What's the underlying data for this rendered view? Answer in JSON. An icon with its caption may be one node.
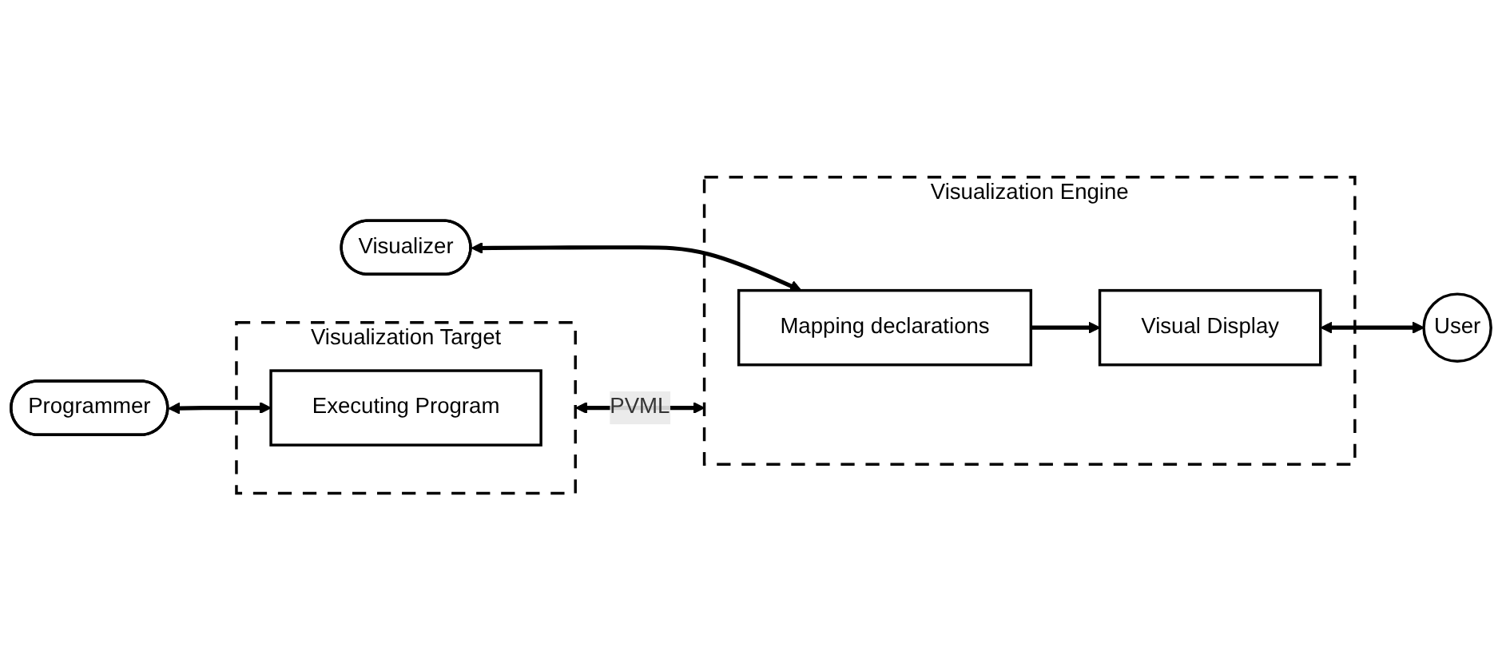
{
  "diagram": {
    "nodes": [
      {
        "text": [
          "Programmer"
        ]
      },
      {
        "text": [
          "Visualization Target"
        ]
      },
      {
        "text": [
          "Executing Program"
        ],
        "in": 1
      },
      {
        "text": [
          "Visualizer"
        ]
      },
      {
        "text": [
          "Visualization Engine"
        ]
      },
      {
        "text": [
          "Mapping declarations"
        ],
        "in": 4
      },
      {
        "text": [
          "Visual Display"
        ],
        "in": 4
      },
      {
        "text": [
          "User"
        ]
      }
    ],
    "edges": [
      {
        "from": 0,
        "to": 2,
        "arrow": "both"
      },
      {
        "from": 1,
        "to": 4,
        "arrow": "both",
        "label": "PVML"
      },
      {
        "from": 3,
        "to": 5,
        "arrow": "both"
      },
      {
        "from": 5,
        "to": 6,
        "arrow": "to"
      },
      {
        "from": 6,
        "to": 7,
        "arrow": "both"
      }
    ]
  }
}
